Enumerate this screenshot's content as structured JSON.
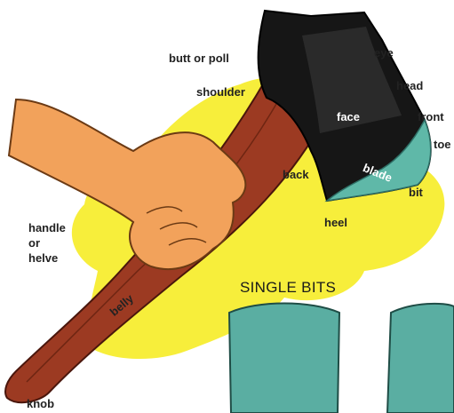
{
  "labels": {
    "butt_or_poll": "butt or poll",
    "eye": "eye",
    "shoulder": "shoulder",
    "head": "head",
    "face": "face",
    "front": "front",
    "toe": "toe",
    "back": "back",
    "blade": "blade",
    "bit": "bit",
    "heel": "heel",
    "handle_line1": "handle",
    "handle_line2": "or",
    "handle_line3": "helve",
    "belly": "belly",
    "knob": "knob"
  },
  "section_title": "SINGLE BITS",
  "colors": {
    "splash": "#f7ee3b",
    "handle": "#9c3a22",
    "axe_head": "#161616",
    "blade_edge": "#5fb8a8",
    "skin": "#f2a25b",
    "bit_samples": "#5aaea2"
  }
}
